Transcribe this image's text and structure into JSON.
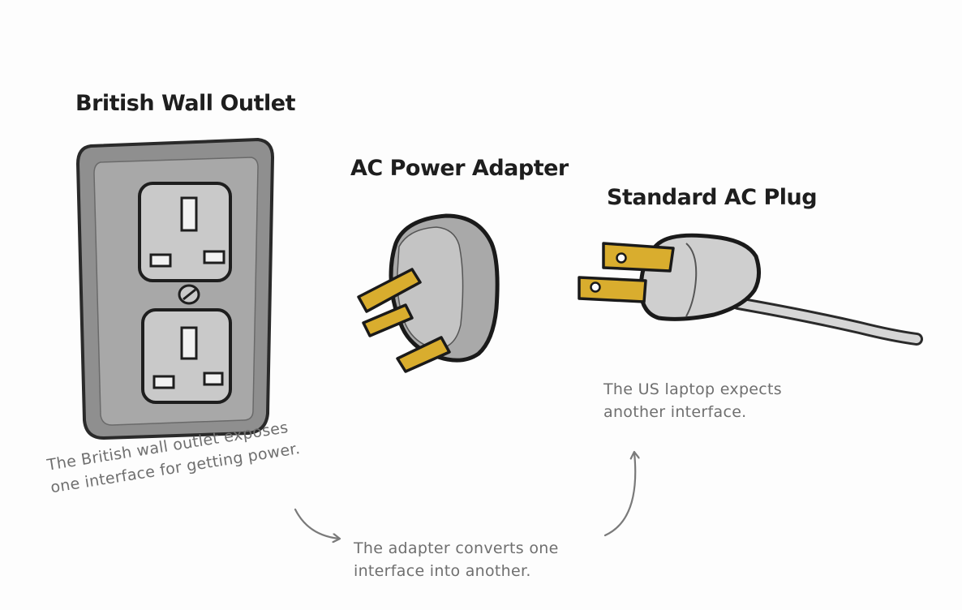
{
  "titles": {
    "outlet": "British Wall Outlet",
    "adapter": "AC Power Adapter",
    "plug": "Standard AC Plug"
  },
  "notes": {
    "outlet": [
      "The British wall outlet exposes",
      "one interface for getting power."
    ],
    "adapter": [
      "The adapter converts one",
      "interface into another."
    ],
    "plug": [
      "The US laptop expects",
      "another interface."
    ]
  },
  "colors": {
    "outlet_body": "#8f8f8f",
    "outlet_face": "#a8a8a8",
    "socket": "#c9c9c9",
    "adapter_body": "#b0b0b0",
    "prong": "#d9ad2e",
    "plug_body": "#cfcfcf",
    "cord": "#d6d6d6",
    "note_text": "#6f6f6f",
    "arrow": "#7a7a7a"
  }
}
